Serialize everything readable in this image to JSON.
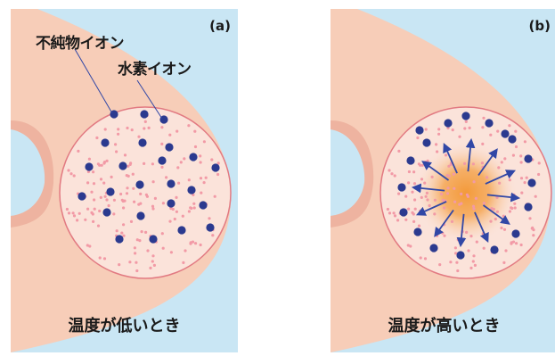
{
  "colors": {
    "background": "#c9e6f4",
    "body": "#f7cdb8",
    "body_shadow": "#e9a896",
    "circle_fill": "#fbe3da",
    "circle_stroke": "#e27a82",
    "impurity_ion": "#2b3a8f",
    "hydrogen_ion": "#f29aa6",
    "hot_core": "#f39a3a",
    "arrow": "#3147a6"
  },
  "panel_a": {
    "letter": "(a)",
    "impurity_label": "不純物イオン",
    "hydrogen_label": "水素イオン",
    "caption": "温度が低いとき"
  },
  "panel_b": {
    "letter": "(b)",
    "caption": "温度が高いとき"
  }
}
